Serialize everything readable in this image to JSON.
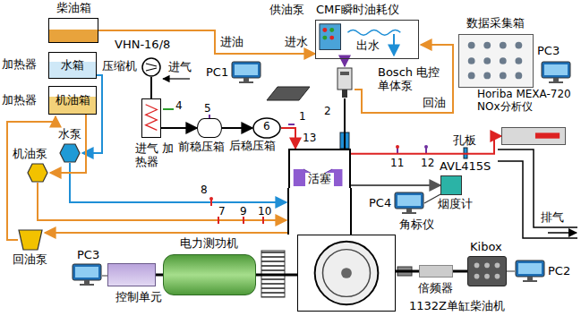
{
  "diagram": {
    "nodes": [
      {
        "text": [
          "柴油箱"
        ]
      },
      {
        "text": [
          "加热器",
          "水箱"
        ]
      },
      {
        "text": [
          "加热器",
          "机油箱"
        ]
      },
      {
        "text": [
          "VHN-16/8",
          "压缩机"
        ]
      },
      {
        "text": [
          "供油泵",
          "CMF瞬时油耗仪"
        ]
      },
      {
        "text": [
          "数据采集箱"
        ]
      },
      {
        "text": [
          "水泵"
        ]
      },
      {
        "text": [
          "机油泵"
        ]
      },
      {
        "text": [
          "进气 加热器"
        ]
      },
      {
        "text": [
          "Bosch 电控 单体泵"
        ]
      },
      {
        "text": [
          "前稳压箱"
        ]
      },
      {
        "text": [
          "后稳压箱"
        ]
      },
      {
        "text": [
          "Horiba MEXA-720 NOx分析仪"
        ]
      },
      {
        "text": [
          "活塞"
        ]
      },
      {
        "text": [
          "AVL415S",
          "烟度计"
        ]
      },
      {
        "text": [
          "回油泵"
        ]
      },
      {
        "text": [
          "电力测功机"
        ]
      },
      {
        "text": [
          "Kibox"
        ]
      },
      {
        "text": [
          "控制单元"
        ]
      },
      {
        "text": [
          "倍频器"
        ]
      },
      {
        "text": [
          "1132Z单缸柴油机"
        ]
      }
    ],
    "edges": [
      {
        "from": 3,
        "to": 8,
        "arrow": "none"
      },
      {
        "from": 8,
        "to": 10,
        "arrow": "to"
      },
      {
        "from": 10,
        "to": 11,
        "arrow": "to"
      },
      {
        "from": 11,
        "to": 13,
        "arrow": "to"
      },
      {
        "from": 4,
        "to": 9,
        "arrow": "to"
      },
      {
        "from": 9,
        "to": 13,
        "arrow": "none"
      },
      {
        "from": 13,
        "to": 12,
        "arrow": "to"
      },
      {
        "from": 13,
        "to": 14,
        "arrow": "to"
      },
      {
        "from": 18,
        "to": 16,
        "arrow": "none"
      },
      {
        "from": 16,
        "to": 20,
        "arrow": "none"
      },
      {
        "from": 20,
        "to": 19,
        "arrow": "none"
      },
      {
        "from": 19,
        "to": 17,
        "arrow": "none"
      },
      {
        "from": 0,
        "to": 4,
        "arrow": "to"
      }
    ],
    "labels": [
      "进气",
      "进油",
      "进水",
      "出水",
      "PC1",
      "PC3",
      "回油",
      "孔板",
      "PC4",
      "角标仪",
      "排气",
      "PC3",
      "PC2",
      "1",
      "2",
      "13",
      "4",
      "5",
      "6",
      "7",
      "8",
      "9",
      "10",
      "11",
      "12"
    ]
  }
}
